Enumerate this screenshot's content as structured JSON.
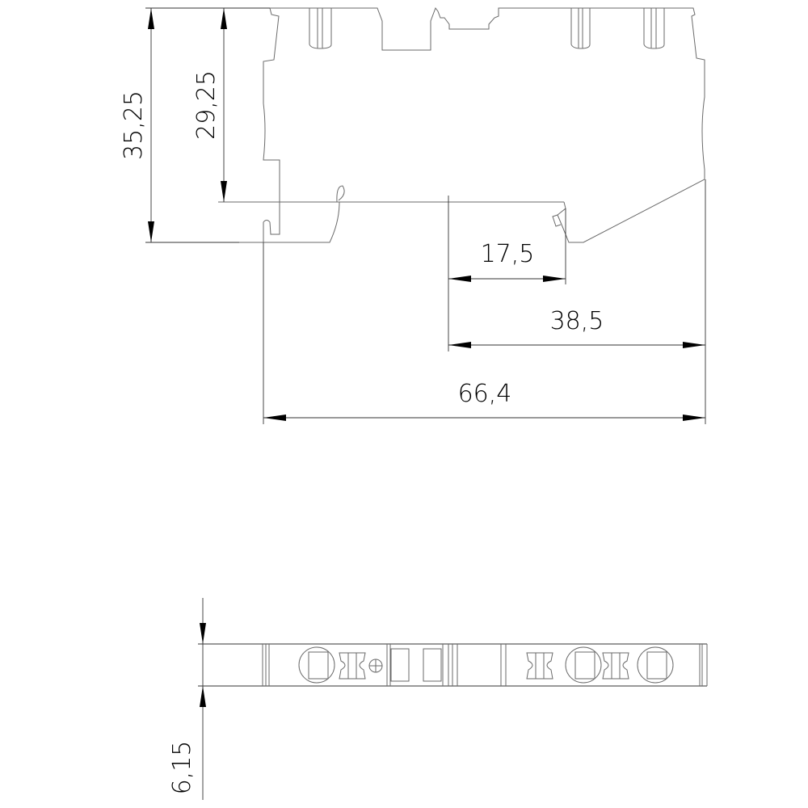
{
  "dimensions": {
    "overall_height": "35,25",
    "rail_height": "29,25",
    "front_offset": "17,5",
    "rail_to_back": "38,5",
    "overall_depth": "66,4",
    "width": "6,15"
  }
}
